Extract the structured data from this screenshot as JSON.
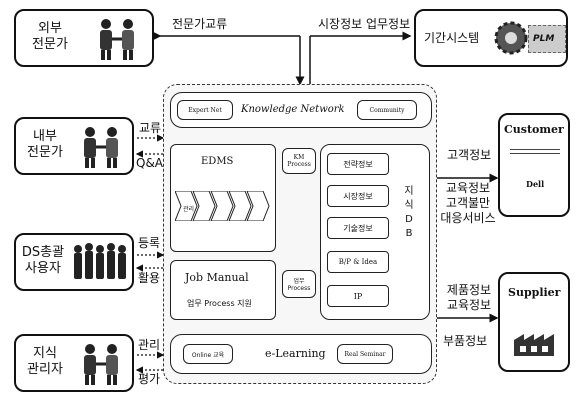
{
  "left_groups": [
    {
      "name_line1": "외부",
      "name_line2": "전문가"
    },
    {
      "name_line1": "내부",
      "name_line2": "전문가"
    },
    {
      "name_line1": "DS총괄",
      "name_line2": "사용자"
    },
    {
      "name_line1": "지식",
      "name_line2": "관리자"
    }
  ],
  "top_links": {
    "left": "전문가교류",
    "right": "시장정보 업무정보"
  },
  "legacy": {
    "label": "기간시스템",
    "plm": "PLM"
  },
  "left_links": {
    "internal": [
      "교류",
      "Q&A"
    ],
    "users": [
      "등록",
      "활용"
    ],
    "manager": [
      "관리",
      "평가"
    ]
  },
  "knowledge_network": {
    "title": "Knowledge Network",
    "expert_net": "Expert Net",
    "community": "Community"
  },
  "edms": {
    "title": "EDMS",
    "steps": [
      "관리",
      "",
      "",
      "",
      ""
    ]
  },
  "km_process": "KM Process",
  "work_process": "업무 Process",
  "job_manual": {
    "title": "Job Manual",
    "subtitle": "업무 Process 지원"
  },
  "vertical_label": "지식 DB",
  "knowledge_db": [
    "전략정보",
    "시장정보",
    "기술정보",
    "B/P & Idea",
    "IP"
  ],
  "elearning": {
    "title": "e-Learning",
    "online": "Online 교육",
    "seminar": "Real Seminar"
  },
  "customer": {
    "title": "Customer",
    "dell": "Dell"
  },
  "customer_links": {
    "top": "고객정보",
    "bottom": [
      "교육정보",
      "고객불만",
      "대응서비스"
    ]
  },
  "supplier": {
    "title": "Supplier"
  },
  "supplier_links": {
    "top": [
      "제품정보",
      "교육정보"
    ],
    "bottom": "부품정보"
  }
}
